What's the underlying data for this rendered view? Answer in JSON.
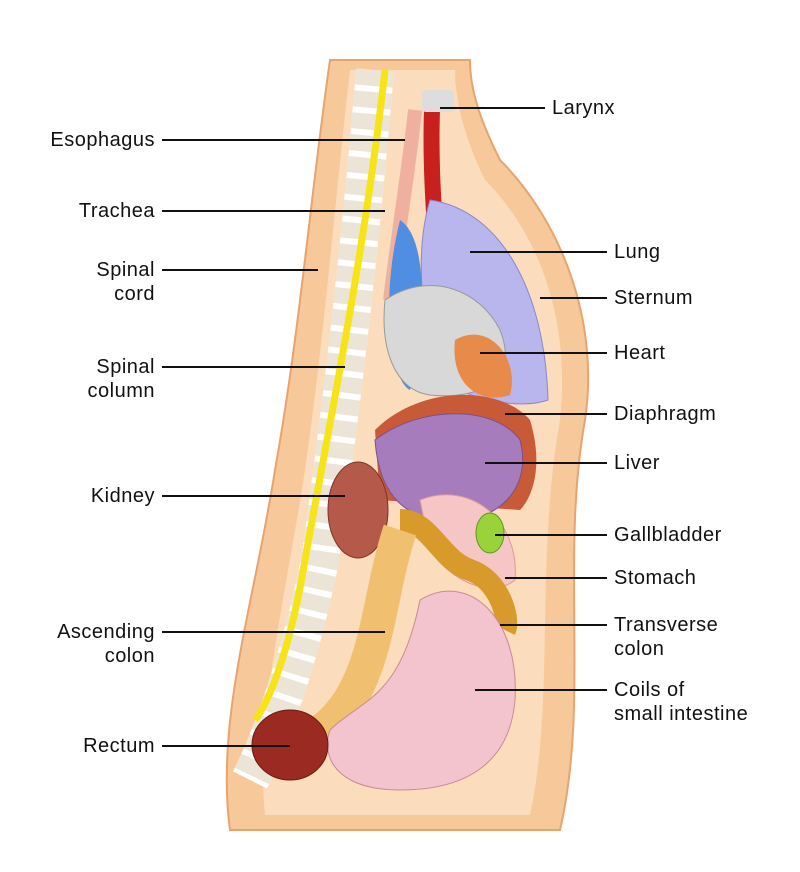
{
  "labels_left": [
    {
      "id": "esophagus",
      "lines": [
        "Esophagus"
      ]
    },
    {
      "id": "trachea",
      "lines": [
        "Trachea"
      ]
    },
    {
      "id": "spinal-cord",
      "lines": [
        "Spinal",
        "cord"
      ]
    },
    {
      "id": "spinal-column",
      "lines": [
        "Spinal",
        "column"
      ]
    },
    {
      "id": "kidney",
      "lines": [
        "Kidney"
      ]
    },
    {
      "id": "ascending-colon",
      "lines": [
        "Ascending",
        "colon"
      ]
    },
    {
      "id": "rectum",
      "lines": [
        "Rectum"
      ]
    }
  ],
  "labels_right": [
    {
      "id": "larynx",
      "lines": [
        "Larynx"
      ]
    },
    {
      "id": "lung",
      "lines": [
        "Lung"
      ]
    },
    {
      "id": "sternum",
      "lines": [
        "Sternum"
      ]
    },
    {
      "id": "heart",
      "lines": [
        "Heart"
      ]
    },
    {
      "id": "diaphragm",
      "lines": [
        "Diaphragm"
      ]
    },
    {
      "id": "liver",
      "lines": [
        "Liver"
      ]
    },
    {
      "id": "gallbladder",
      "lines": [
        "Gallbladder"
      ]
    },
    {
      "id": "stomach",
      "lines": [
        "Stomach"
      ]
    },
    {
      "id": "transverse-colon",
      "lines": [
        "Transverse",
        "colon"
      ]
    },
    {
      "id": "small-intestine",
      "lines": [
        "Coils of",
        "small intestine"
      ]
    }
  ]
}
